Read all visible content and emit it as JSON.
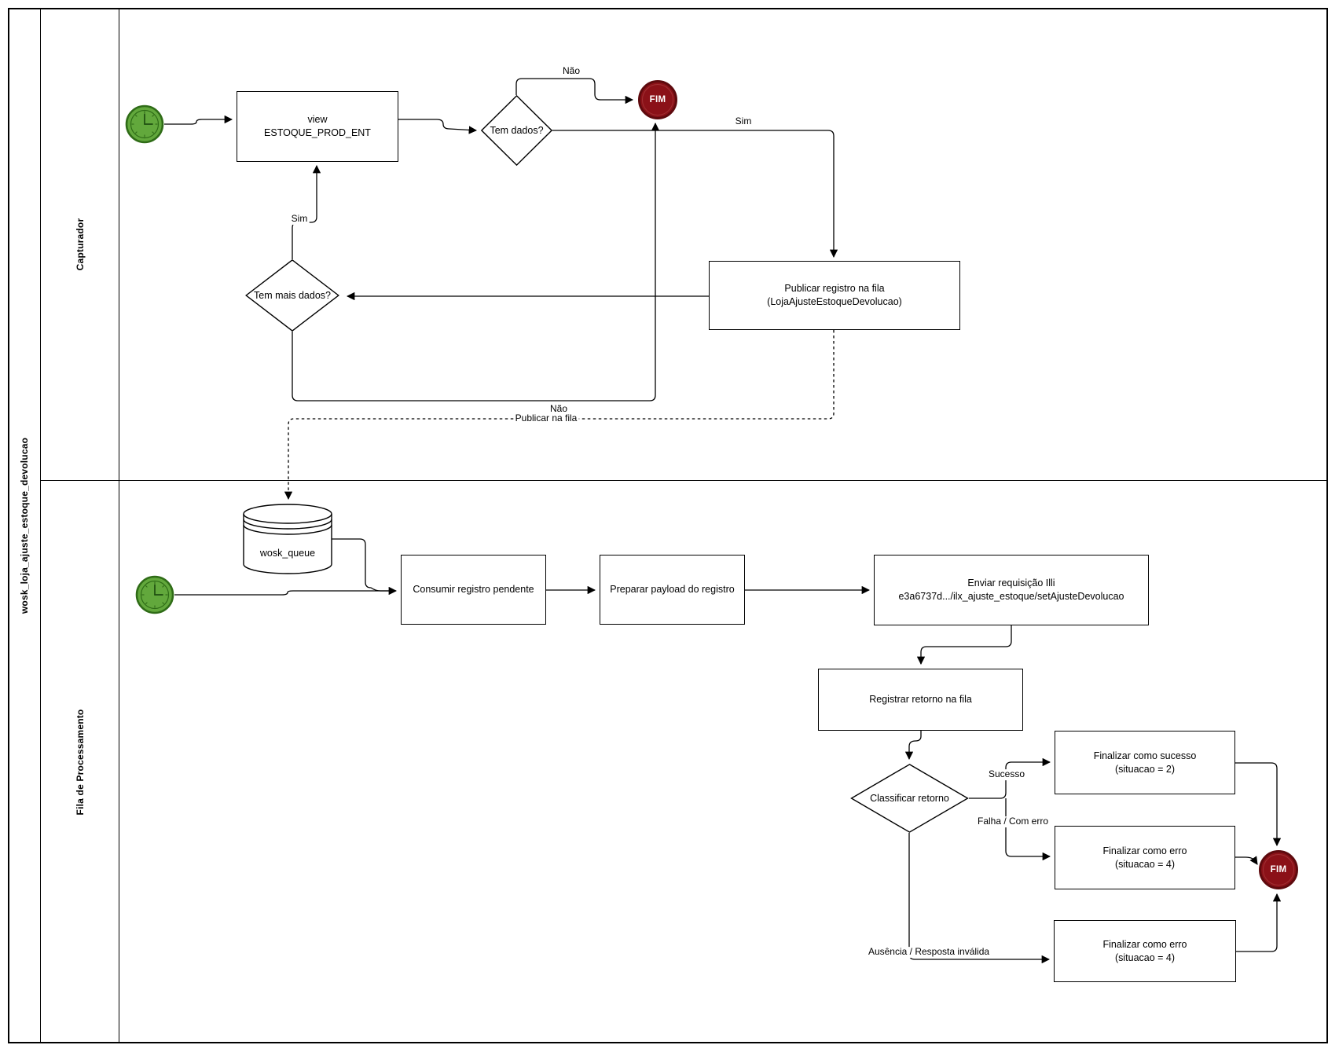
{
  "pool": {
    "title": "wosk_loja_ajuste_estoque_devolucao",
    "lanes": [
      {
        "label": "Capturador"
      },
      {
        "label": "Fila de Processamento"
      }
    ]
  },
  "colors": {
    "timer_fill": "#62a83c",
    "timer_stroke": "#2f6c17",
    "end_fill": "#8b1118",
    "end_stroke": "#5e0a0e",
    "line": "#000000"
  },
  "nodes": {
    "view_task": {
      "line1": "view",
      "line2": "ESTOQUE_PROD_ENT"
    },
    "tem_dados": {
      "label": "Tem dados?"
    },
    "fim_capturador": {
      "label": "FIM"
    },
    "publicar_registro": {
      "line1": "Publicar registro na fila",
      "line2": "(LojaAjusteEstoqueDevolucao)"
    },
    "tem_mais_dados": {
      "label": "Tem mais dados?"
    },
    "wosk_queue": {
      "label": "wosk_queue"
    },
    "consumir": {
      "label": "Consumir registro pendente"
    },
    "preparar": {
      "label": "Preparar payload do registro"
    },
    "enviar": {
      "line1": "Enviar requisição Illi",
      "line2": "e3a6737d.../ilx_ajuste_estoque/setAjusteDevolucao"
    },
    "registrar": {
      "label": "Registrar retorno na fila"
    },
    "classificar": {
      "label": "Classificar retorno"
    },
    "finalizar_sucesso": {
      "line1": "Finalizar como sucesso",
      "line2": "(situacao = 2)"
    },
    "finalizar_erro_falha": {
      "line1": "Finalizar como erro",
      "line2": "(situacao = 4)"
    },
    "finalizar_erro_ausencia": {
      "line1": "Finalizar como erro",
      "line2": "(situacao = 4)"
    },
    "fim_fila": {
      "label": "FIM"
    }
  },
  "edge_labels": {
    "tem_dados_nao": "Não",
    "tem_dados_sim": "Sim",
    "tem_mais_dados_sim": "Sim",
    "tem_mais_dados_nao": "Não",
    "publicar_na_fila": "Publicar na fila",
    "sucesso": "Sucesso",
    "falha": "Falha / Com erro",
    "ausencia": "Ausência / Resposta inválida"
  }
}
